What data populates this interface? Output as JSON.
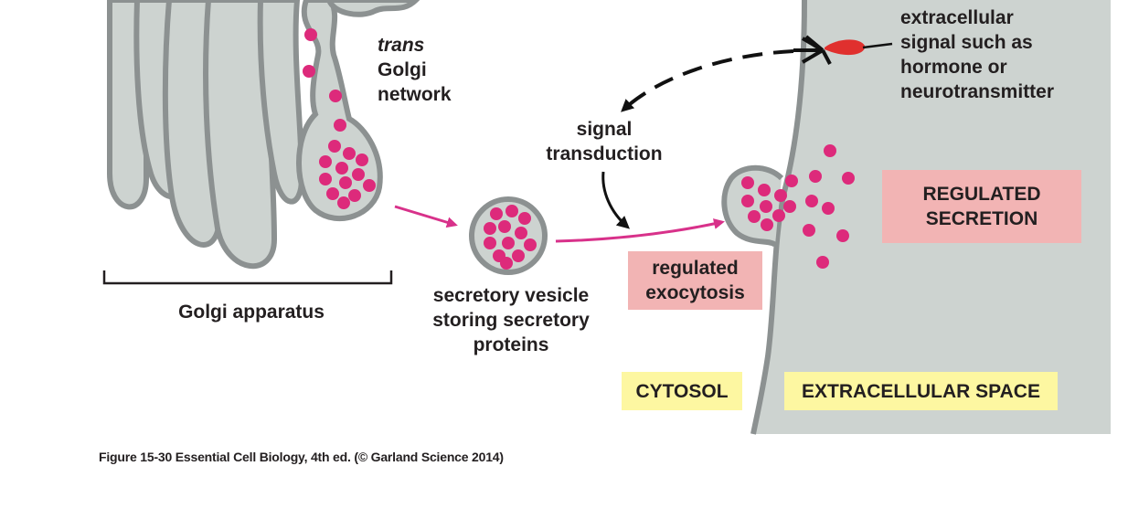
{
  "colors": {
    "membrane": "#8c9191",
    "organelle_fill": "#cdd3d0",
    "extracellular_fill": "#cdd3d0",
    "cargo": "#dd2a7b",
    "arrow_magenta": "#d8318a",
    "signal_molecule": "#e0302e",
    "regulated_box": "#f2b4b4",
    "location_box": "#fdf7a1",
    "text": "#231f20"
  },
  "labels": {
    "trans_line1": "trans",
    "trans_line2": "Golgi",
    "trans_line3": "network",
    "golgi_apparatus": "Golgi apparatus",
    "vesicle_line1": "secretory vesicle",
    "vesicle_line2": "storing secretory",
    "vesicle_line3": "proteins",
    "signal_line1": "signal",
    "signal_line2": "transduction",
    "extracellular_line1": "extracellular",
    "extracellular_line2": "signal such as",
    "extracellular_line3": "hormone or",
    "extracellular_line4": "neurotransmitter",
    "exocytosis_line1": "regulated",
    "exocytosis_line2": "exocytosis",
    "regulated_line1": "REGULATED",
    "regulated_line2": "SECRETION",
    "cytosol": "CYTOSOL",
    "extracellular_space": "EXTRACELLULAR SPACE"
  },
  "caption": "Figure 15-30  Essential Cell Biology, 4th ed. (© Garland Science 2014)"
}
